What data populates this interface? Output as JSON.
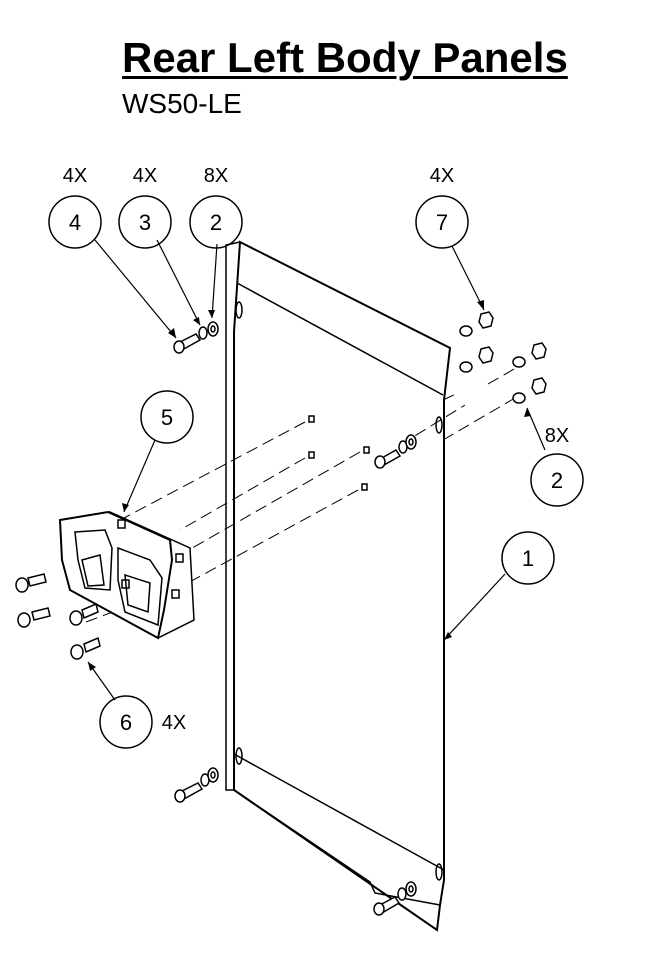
{
  "title": "Rear Left  Body Panels",
  "subtitle": "WS50-LE",
  "callouts": [
    {
      "number": "4",
      "qty": "4X"
    },
    {
      "number": "3",
      "qty": "4X"
    },
    {
      "number": "2",
      "qty": "8X"
    },
    {
      "number": "7",
      "qty": "4X"
    },
    {
      "number": "5",
      "qty": ""
    },
    {
      "number": "2",
      "qty": "8X"
    },
    {
      "number": "1",
      "qty": ""
    },
    {
      "number": "6",
      "qty": "4X"
    }
  ]
}
